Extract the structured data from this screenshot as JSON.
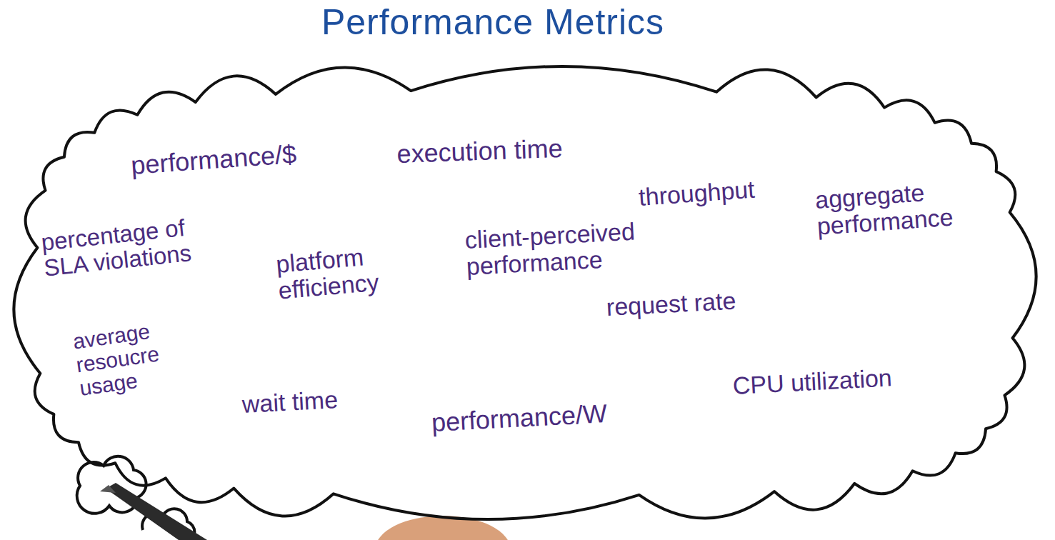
{
  "diagram": {
    "title": "Performance Metrics",
    "nodes": [
      {
        "text": [
          "performance/$",
          "execution time",
          "throughput",
          "aggregate performance",
          "percentage of SLA violations",
          "platform efficiency",
          "client-perceived performance",
          "request rate",
          "average resoucre usage",
          "wait time",
          "performance/W",
          "CPU utilization"
        ]
      }
    ]
  }
}
